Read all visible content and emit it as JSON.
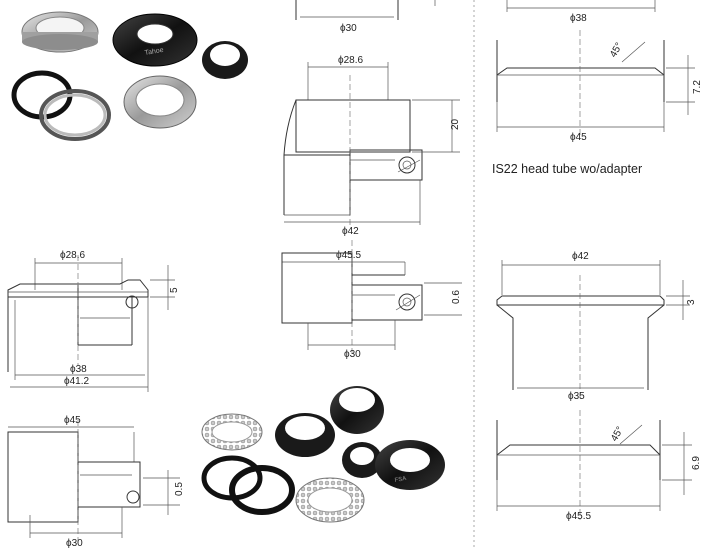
{
  "caption_is22": "IS22 head tube wo/adapter",
  "dims": {
    "d30_top": "ϕ30",
    "d38_top": "ϕ38",
    "d28_6_mid": "ϕ28.6",
    "d20": "20",
    "d42_mid": "ϕ42",
    "d45_5_mid": "ϕ45.5",
    "d0_6": "0.6",
    "d30_mid": "ϕ30",
    "d28_6_left": "ϕ28.6",
    "d5": "5",
    "d38_left": "ϕ38",
    "d41_2": "ϕ41.2",
    "d45_left": "ϕ45",
    "d0_5": "0.5",
    "d30_left": "ϕ30",
    "angle_top": "45°",
    "d7_2": "7.2",
    "d45_right": "ϕ45",
    "d42_right": "ϕ42",
    "d3": "3",
    "d35": "ϕ35",
    "angle_bottom": "45°",
    "d6_9": "6.9",
    "d45_5_right": "ϕ45.5"
  },
  "colors": {
    "background": "#ffffff",
    "line": "#333333",
    "divider": "#aaaaaa",
    "metal_dark": "#1c1c1c",
    "metal_silver": "#b8b8b8"
  }
}
